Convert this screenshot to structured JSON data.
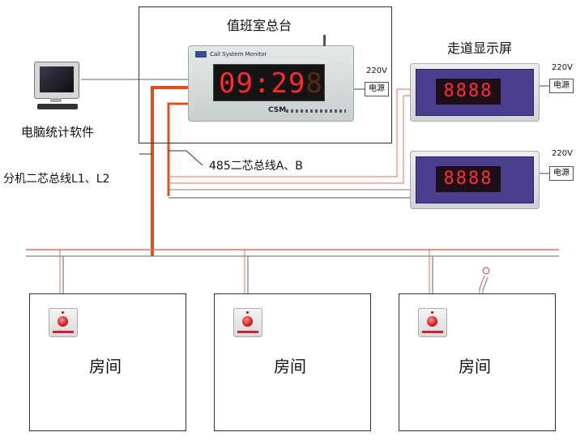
{
  "labels": {
    "duty_room": "值班室总台",
    "corridor_display": "走道显示屏",
    "pc_software": "电脑统计软件",
    "bus_485": "485二芯总线A、B",
    "extension_bus": "分机二芯总线L1、L2"
  },
  "main_monitor": {
    "brand_text": "Call System Monitor",
    "logo": "CSM",
    "time": "09:29",
    "last_digit": "8"
  },
  "corridor_screens": [
    {
      "digits": "8888"
    },
    {
      "digits": "8888"
    }
  ],
  "power": {
    "voltage": "220V",
    "label": "电源"
  },
  "rooms": [
    {
      "label": "房间"
    },
    {
      "label": "房间"
    },
    {
      "label": "房间"
    }
  ],
  "colors": {
    "bus_red": "#e0501e",
    "bus_thin_red": "#e07060",
    "digit_red": "#ff3030",
    "screen_frame": "#4a3e8e"
  }
}
